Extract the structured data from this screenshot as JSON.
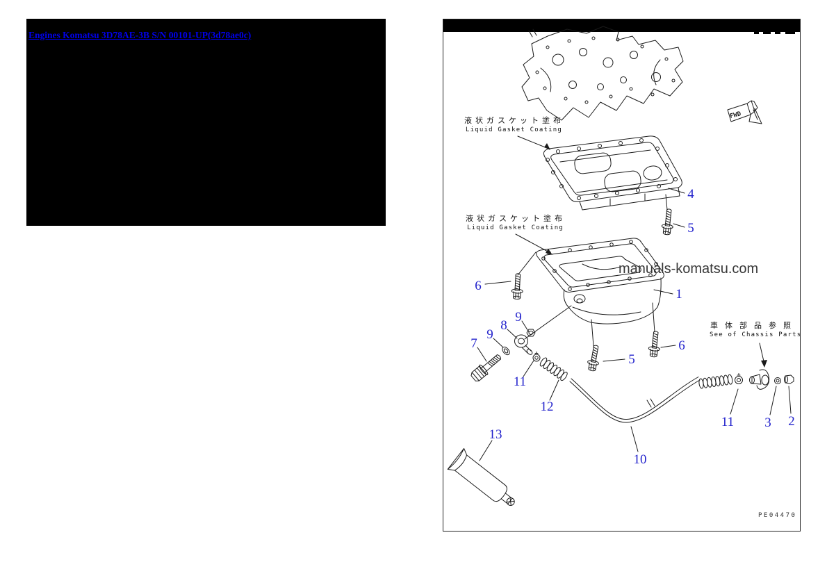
{
  "link_panel": {
    "title_link": "Engines Komatsu 3D78AE-3B S/N 00101-UP(3d78ae0c)",
    "link_color": "#0000ee",
    "background": "#000000"
  },
  "diagram": {
    "page_code": "PE04470",
    "watermark_text": "manuals-komatsu.com",
    "fwd_label": "FWD",
    "gasket_label_top": {
      "jp": "液状ガスケット塗布",
      "en": "Liquid Gasket Coating"
    },
    "gasket_label_bottom": {
      "jp": "液状ガスケット塗布",
      "en": "Liquid Gasket Coating"
    },
    "chassis_label": {
      "jp": "車体部品参照",
      "en": "See of Chassis Parts"
    },
    "callout_color": "#2222cc",
    "line_color": "#1a1a1a",
    "callouts": [
      {
        "label": "4"
      },
      {
        "label": "5"
      },
      {
        "label": "6"
      },
      {
        "label": "1"
      },
      {
        "label": "5"
      },
      {
        "label": "6"
      },
      {
        "label": "9"
      },
      {
        "label": "8"
      },
      {
        "label": "9"
      },
      {
        "label": "7"
      },
      {
        "label": "11"
      },
      {
        "label": "12"
      },
      {
        "label": "13"
      },
      {
        "label": "10"
      },
      {
        "label": "11"
      },
      {
        "label": "3"
      },
      {
        "label": "2"
      }
    ]
  }
}
